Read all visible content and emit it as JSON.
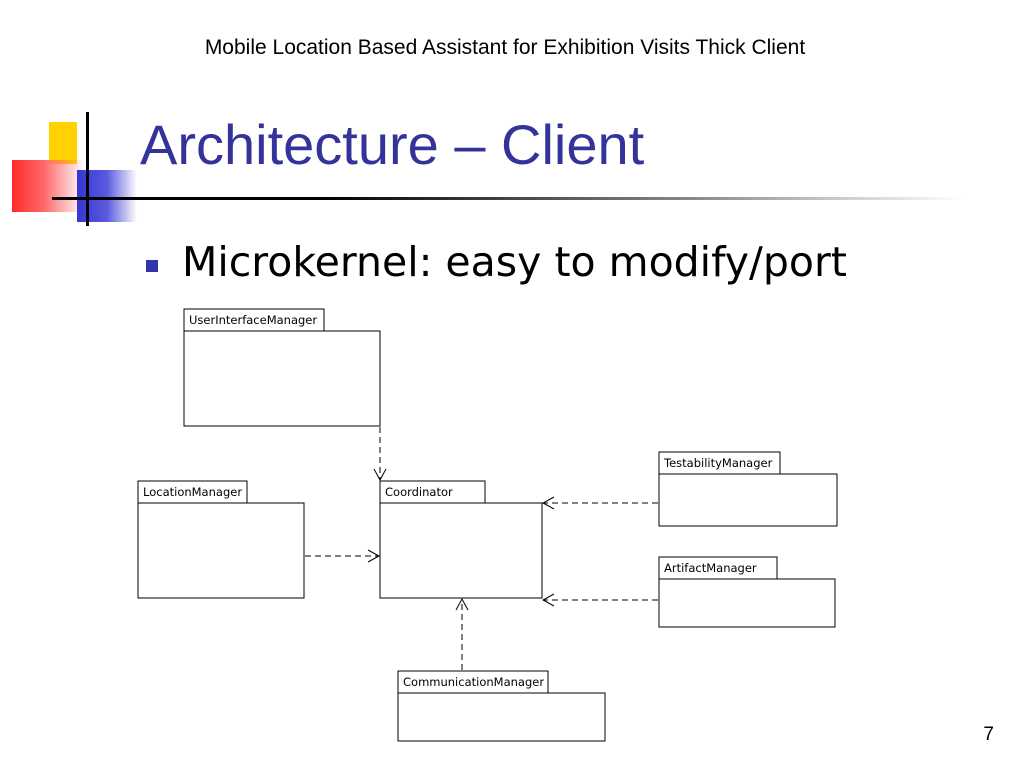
{
  "header": {
    "text": "Mobile Location Based Assistant for Exhibition Visits Thick Client"
  },
  "slide": {
    "title": "Architecture – Client",
    "bullet": "Microkernel: easy to modify/port",
    "page_number": "7"
  },
  "diagram": {
    "packages": {
      "user_interface_manager": "UserInterfaceManager",
      "location_manager": "LocationManager",
      "coordinator": "Coordinator",
      "testability_manager": "TestabilityManager",
      "artifact_manager": "ArtifactManager",
      "communication_manager": "CommunicationManager"
    }
  },
  "colors": {
    "title": "#333399",
    "bullet": "#3333aa",
    "accent_yellow": "#ffd200",
    "accent_red": "#ff2a2a",
    "accent_blue": "#3535d6"
  }
}
